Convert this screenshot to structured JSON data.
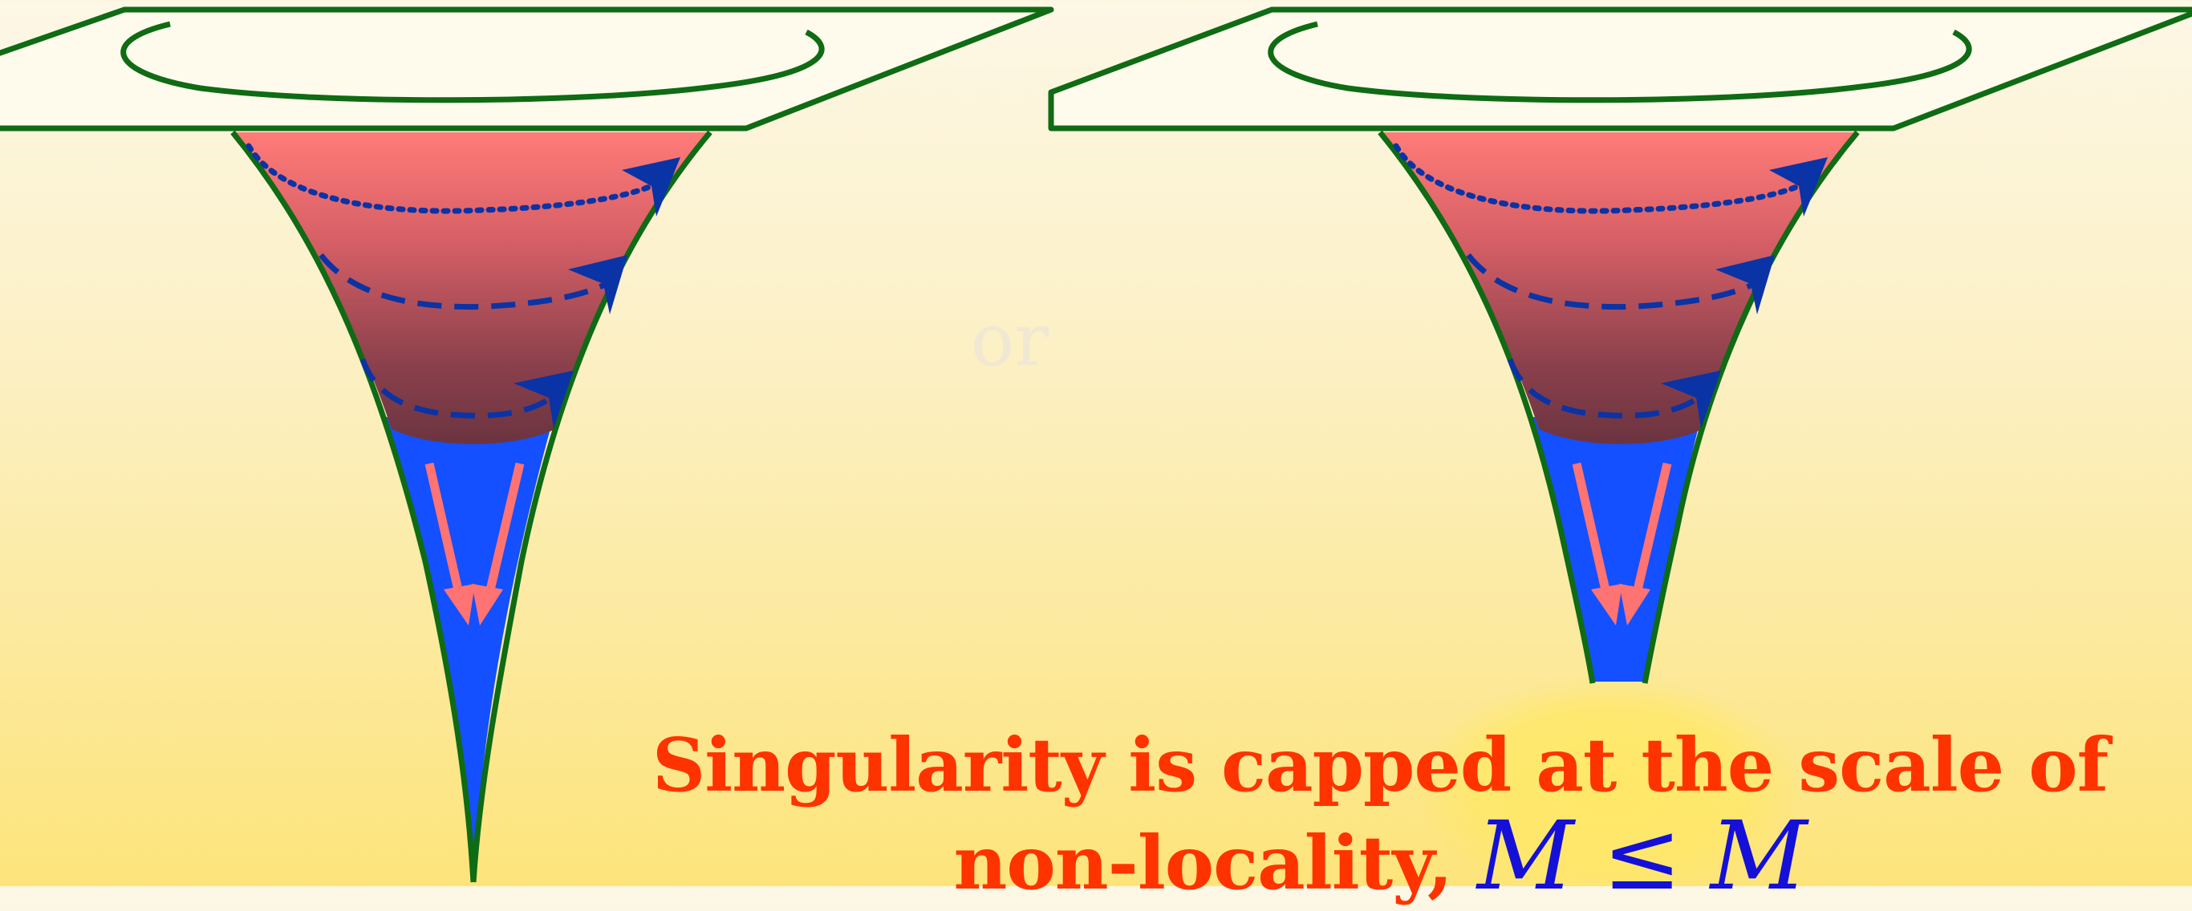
{
  "caption": {
    "line1": "Singularity is capped at the scale of",
    "line2": "non-locality,",
    "math": "M ≤ M"
  },
  "colors": {
    "plane_outline": "#0f6b14",
    "funnel_top": "#ff7b78",
    "funnel_mid": "#7b3a48",
    "funnel_throat": "#1450ff",
    "orbit_arrow": "#0a33a6",
    "infall_arrow": "#ff7373",
    "cap_glow": "#ffe866",
    "caption_text": "#ff3300",
    "math_text": "#1410d8"
  }
}
